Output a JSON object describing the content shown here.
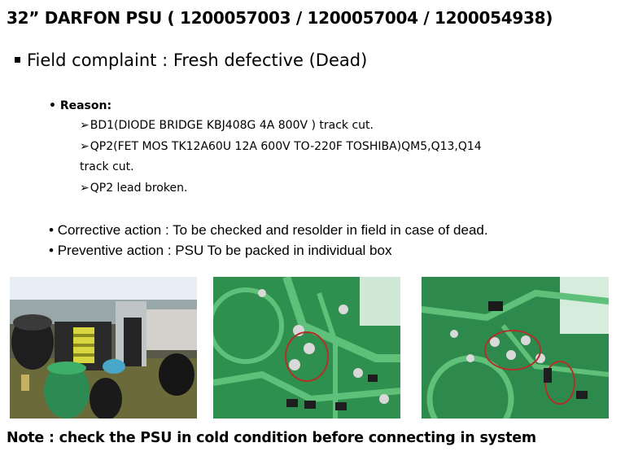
{
  "title": "32” DARFON PSU ( 1200057003 / 1200057004 / 1200054938)",
  "field_complaint": "Field complaint : Fresh defective (Dead)",
  "reason": {
    "heading": "Reason:",
    "items": [
      "BD1(DIODE BRIDGE KBJ408G 4A 800V ) track cut.",
      "QP2(FET MOS TK12A60U 12A 600V TO-220F TOSHIBA)QM5,Q13,Q14",
      "track cut.",
      "QP2 lead broken."
    ]
  },
  "actions": [
    "Corrective action : To be checked and resolder in field in case of dead.",
    "Preventive action : PSU To be packed in individual box"
  ],
  "note": "Note : check the PSU in cold condition before connecting in system",
  "colors": {
    "pcb_green": "#2f8f4e",
    "trace_green": "#5fc079",
    "solder": "#d9d9d9"
  }
}
